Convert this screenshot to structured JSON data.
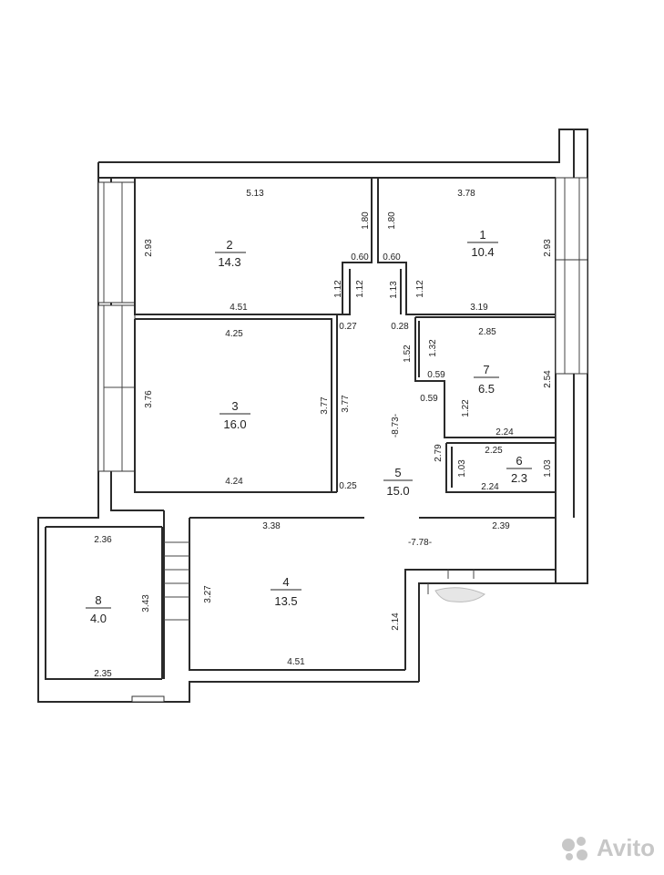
{
  "rooms": [
    {
      "number": "1",
      "area": "10.4"
    },
    {
      "number": "2",
      "area": "14.3"
    },
    {
      "number": "3",
      "area": "16.0"
    },
    {
      "number": "4",
      "area": "13.5"
    },
    {
      "number": "5",
      "area": "15.0"
    },
    {
      "number": "6",
      "area": "2.3"
    },
    {
      "number": "7",
      "area": "6.5"
    },
    {
      "number": "8",
      "area": "4.0"
    }
  ],
  "dimensions": {
    "r2_top": "5.13",
    "r2_left": "2.93",
    "r2_right": "1.80",
    "r2_bottom": "4.51",
    "r2_step": "0.60",
    "r2_step_v": "1.12",
    "corr_step_v_l": "1.12",
    "r1_top": "3.78",
    "r1_right": "2.93",
    "r1_left": "1.80",
    "r1_step": "0.60",
    "r1_step_v": "1.12",
    "corr_step_v_r": "1.13",
    "r1_bottom": "3.19",
    "r3_top": "4.25",
    "r3_left": "3.76",
    "r3_right": "3.77",
    "r3_bottom": "4.24",
    "corr_left": "3.77",
    "corr_027": "0.27",
    "corr_028": "0.28",
    "corr_025": "0.25",
    "r7_top": "2.85",
    "r7_left": "1.52",
    "r7_left2": "1.32",
    "r7_right": "2.54",
    "r7_059a": "0.59",
    "r7_059b": "0.59",
    "r7_122": "1.22",
    "r7_bottom": "2.24",
    "r5_len": "-8.73-",
    "r5_279": "2.79",
    "r6_top": "2.25",
    "r6_left": "1.03",
    "r6_right": "1.03",
    "r6_bottom": "2.24",
    "r4_top": "3.38",
    "r4_left": "3.27",
    "r4_bottom": "4.51",
    "r4_right": "2.14",
    "r4_239": "2.39",
    "r4_778": "-7.78-",
    "r8_top": "2.36",
    "r8_left": "3.43",
    "r8_bottom": "2.35"
  },
  "watermark": {
    "text": "Avito"
  }
}
